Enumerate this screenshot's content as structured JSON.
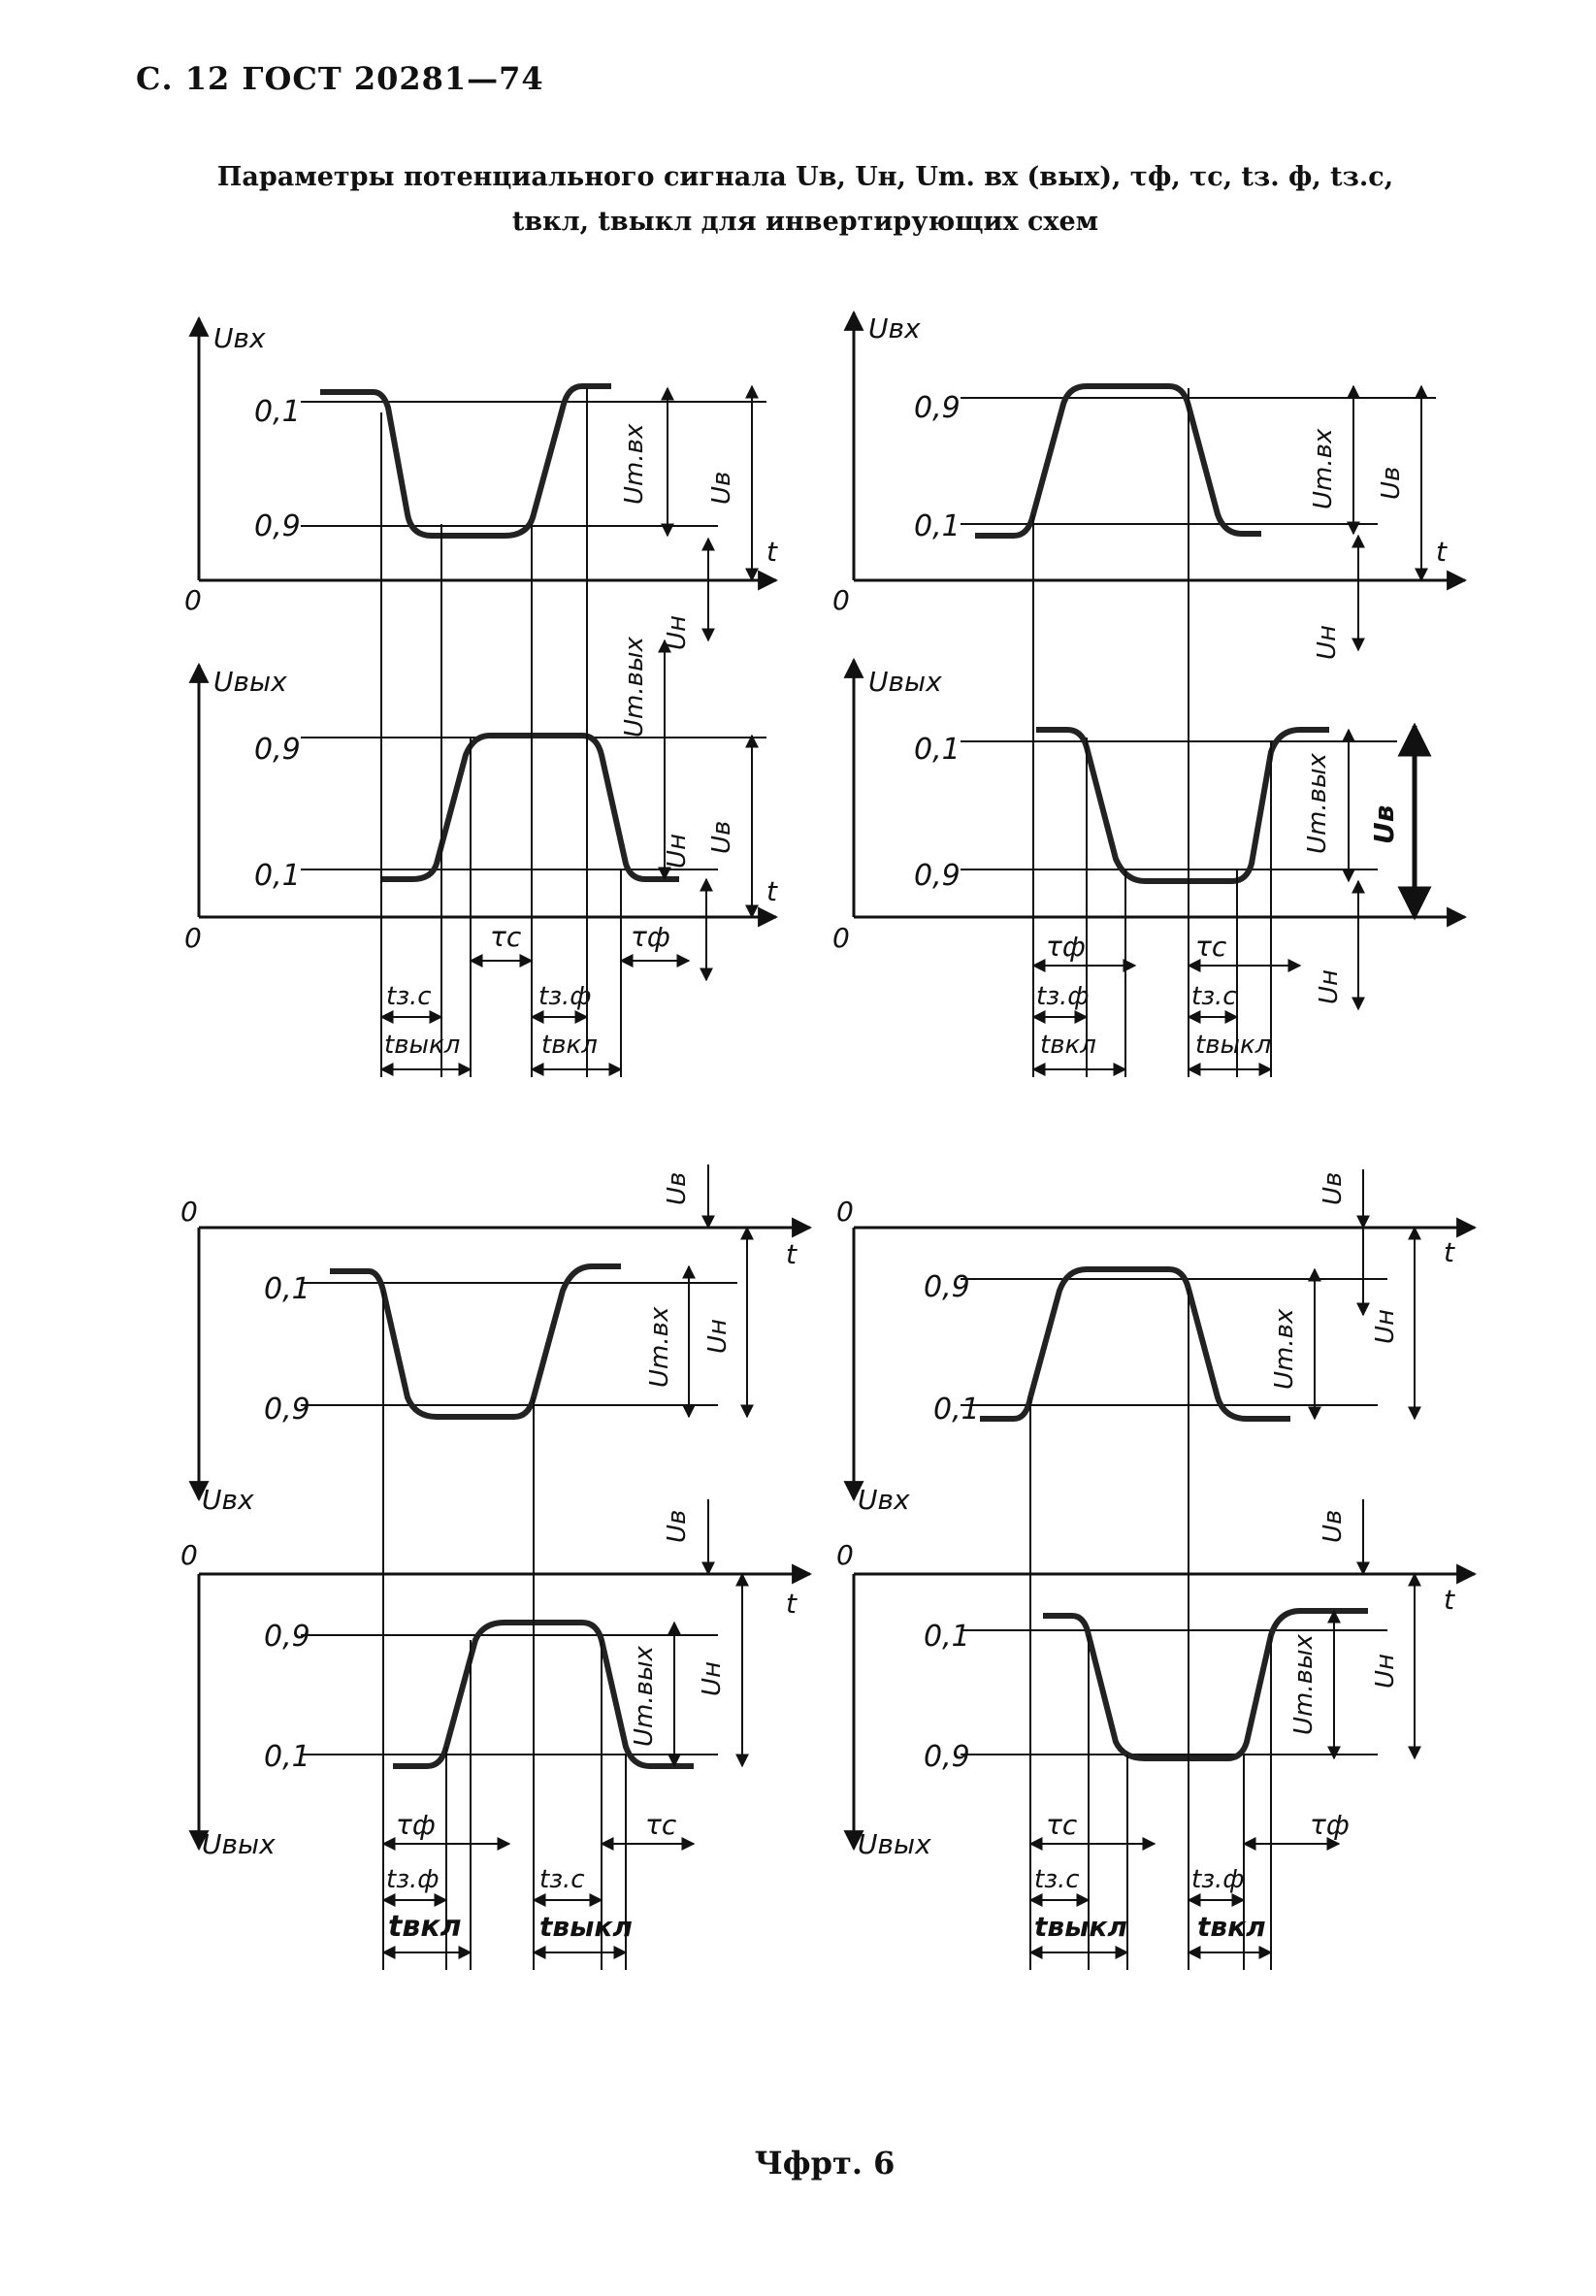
{
  "page": {
    "header": "С. 12 ГОСТ 20281—74",
    "title_line1": "Параметры потенциального сигнала Uв, Uн, Um. вх (вых), τф, τс, tз. ф, tз.с,",
    "title_line2": "tвкл, tвыкл для инвертирующих схем",
    "caption": "Чфрт. 6"
  },
  "labels": {
    "u_in": "Uвх",
    "u_out": "Uвых",
    "t": "t",
    "zero": "0",
    "lvl_01": "0,1",
    "lvl_09": "0,9",
    "um_in": "Um.вх",
    "um_out": "Um.вых",
    "u_b": "Uв",
    "u_h": "Uн",
    "tau_f": "τф",
    "tau_c": "τс",
    "t_zf": "tз.ф",
    "t_zc": "tз.с",
    "t_on": "tвкл",
    "t_off": "tвыкл"
  },
  "panels": {
    "top_left": {
      "in_upper_level": "0,1",
      "in_lower_level": "0,9",
      "out_upper_level": "0,9",
      "out_lower_level": "0,1"
    },
    "top_right": {
      "in_upper_level": "0,9",
      "in_lower_level": "0,1",
      "out_upper_level": "0,1",
      "out_lower_level": "0,9"
    },
    "bottom_left": {
      "in_upper_level": "0,1",
      "in_lower_level": "0,9",
      "out_upper_level": "0,9",
      "out_lower_level": "0,1"
    },
    "bottom_right": {
      "in_upper_level": "0,9",
      "in_lower_level": "0,1",
      "out_upper_level": "0,1",
      "out_lower_level": "0,9"
    }
  }
}
